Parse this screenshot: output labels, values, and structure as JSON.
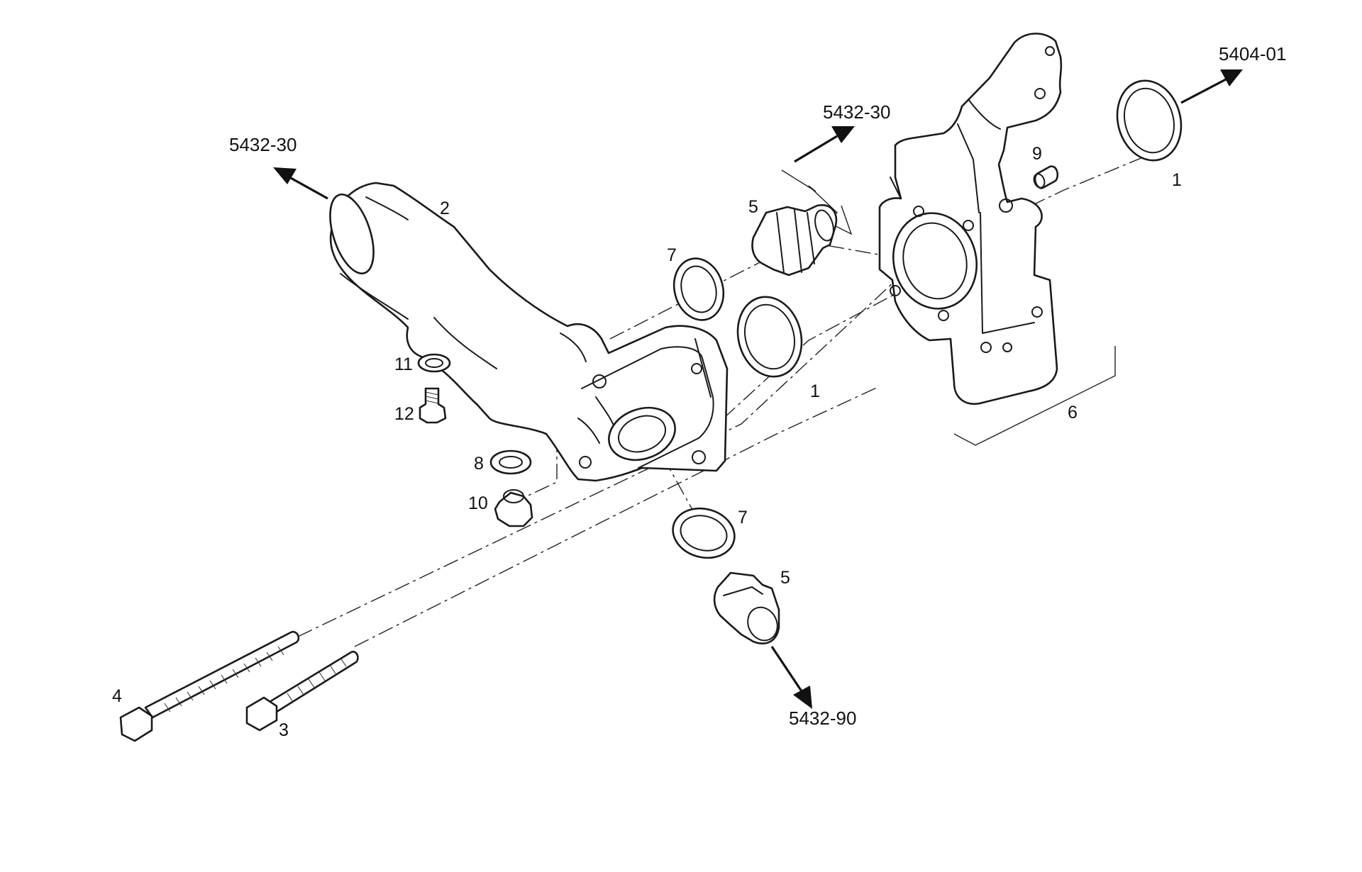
{
  "refs": {
    "upper_left": "5432-30",
    "upper_middle": "5432-30",
    "upper_right": "5404-01",
    "bottom": "5432-90"
  },
  "items": {
    "n1_right": "1",
    "n1_mid": "1",
    "n2": "2",
    "n3": "3",
    "n4": "4",
    "n5_top": "5",
    "n5_bottom": "5",
    "n6": "6",
    "n7_top": "7",
    "n7_bottom": "7",
    "n8": "8",
    "n9": "9",
    "n10": "10",
    "n11": "11",
    "n12": "12"
  }
}
